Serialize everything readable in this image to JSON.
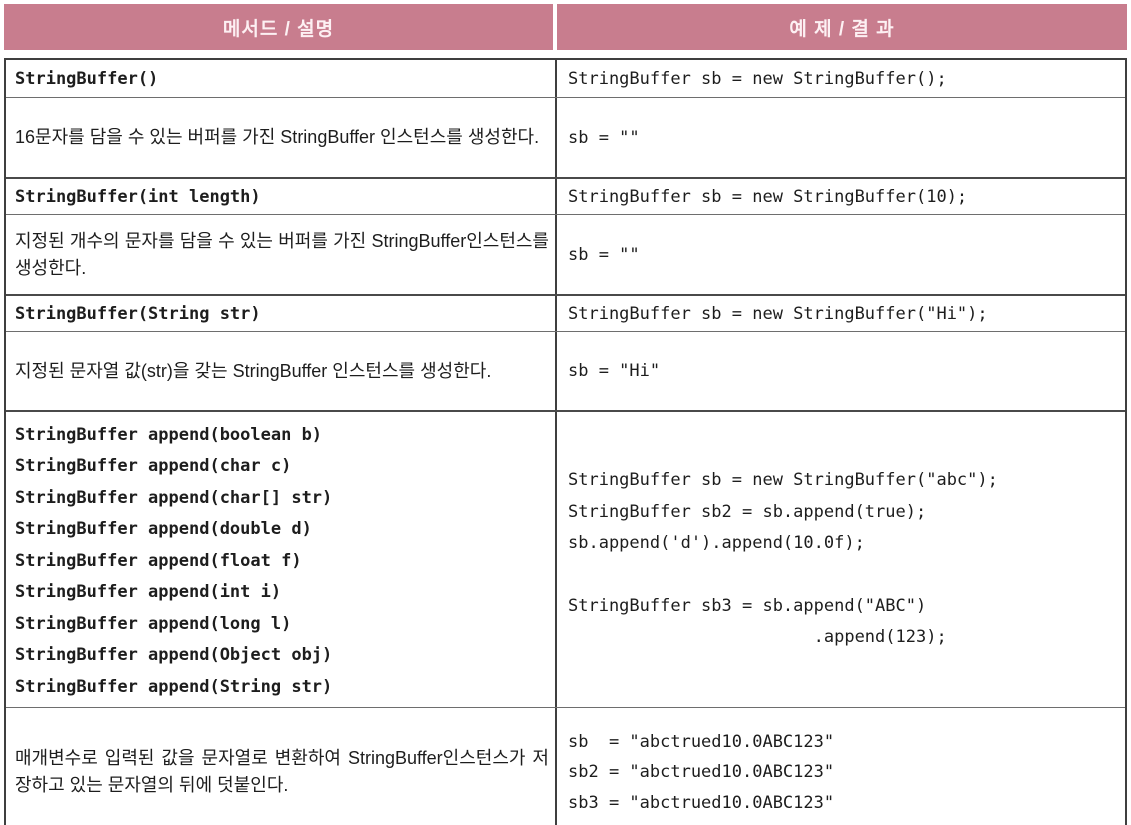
{
  "header": {
    "method_col": "메서드 / 설명",
    "example_col": "예 제 / 결 과"
  },
  "colors": {
    "header_bg": "#c87d8e",
    "header_text": "#fdf0f3",
    "outer_border": "#3f3f3f",
    "inner_border": "#6e6e6e",
    "text": "#1d1d1d"
  },
  "groups": [
    {
      "method": "StringBuffer()",
      "description": "16문자를 담을 수 있는 버퍼를 가진 StringBuffer 인스턴스를 생성한다.",
      "example": "StringBuffer sb = new StringBuffer();",
      "result": "sb = \"\""
    },
    {
      "method": "StringBuffer(int length)",
      "description": "지정된 개수의 문자를 담을 수 있는 버퍼를 가진 StringBuffer인스턴스를 생성한다.",
      "example": "StringBuffer sb = new StringBuffer(10);",
      "result": "sb = \"\""
    },
    {
      "method": "StringBuffer(String str)",
      "description": "지정된 문자열 값(str)을 갖는 StringBuffer 인스턴스를 생성한다.",
      "example": "StringBuffer sb = new StringBuffer(\"Hi\");",
      "result": "sb = \"Hi\""
    },
    {
      "method": "StringBuffer append(boolean b)\nStringBuffer append(char c)\nStringBuffer append(char[] str)\nStringBuffer append(double d)\nStringBuffer append(float f)\nStringBuffer append(int i)\nStringBuffer append(long l)\nStringBuffer append(Object obj)\nStringBuffer append(String str)",
      "description": "매개변수로 입력된 값을 문자열로 변환하여 StringBuffer인스턴스가 저장하고 있는 문자열의 뒤에 덧붙인다.",
      "example": "StringBuffer sb = new StringBuffer(\"abc\");\nStringBuffer sb2 = sb.append(true);\nsb.append('d').append(10.0f);\n\nStringBuffer sb3 = sb.append(\"ABC\")\n                        .append(123);",
      "result": "sb  = \"abctrued10.0ABC123\"\nsb2 = \"abctrued10.0ABC123\"\nsb3 = \"abctrued10.0ABC123\""
    }
  ]
}
